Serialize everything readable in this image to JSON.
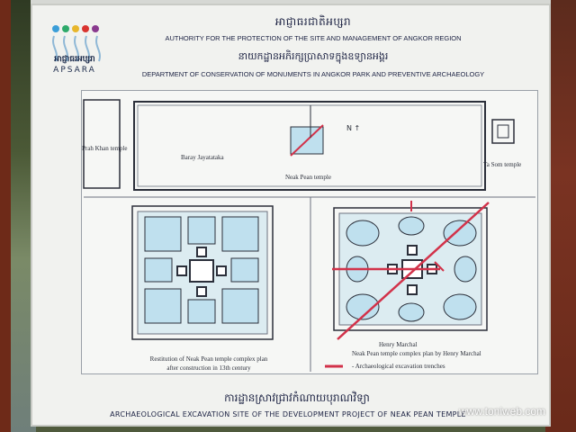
{
  "logo": {
    "khmer_name": "អាជ្ញាធរអប្សរា",
    "latin_name": "APSARA",
    "drop_colors": [
      "#3b9ed8",
      "#2eaa6a",
      "#e8b62b",
      "#d9342f",
      "#8a3a8e"
    ]
  },
  "header": {
    "khmer_line1": "អាជ្ញាធរជាតិអប្សរា",
    "english_line1": "AUTHORITY FOR THE PROTECTION OF THE SITE AND MANAGEMENT OF ANGKOR REGION",
    "khmer_line2": "នាយកដ្ឋានអភិរក្សប្រាសាទក្នុងឧទ្យានអង្គរ",
    "english_line2": "DEPARTMENT OF CONSERVATION OF MONUMENTS IN ANGKOR PARK AND PREVENTIVE ARCHAEOLOGY"
  },
  "map": {
    "labels": {
      "preah_khan": "Prah Khan temple",
      "baray": "Baray Jayatataka",
      "neak_pean": "Neak Pean temple",
      "ta_som": "Ta Som temple"
    },
    "caption_left_1": "Restitution of Neak Pean temple complex plan",
    "caption_left_2": "after construction in 13th century",
    "caption_right_1": "Neak Pean temple complex plan by Henry Marchal",
    "caption_right_0": "Henry Marchal",
    "legend": "- Archaeological excavation trenches",
    "legend_color": "#d2324a"
  },
  "footer": {
    "khmer": "ការដ្ឋានស្រាវជ្រាវកំណាយបុរាណវិទ្យា",
    "english": "ARCHAEOLOGICAL EXCAVATION SITE OF THE DEVELOPMENT  PROJECT  OF NEAK PEAN TEMPLE"
  },
  "watermark": "www.toniweb.com"
}
